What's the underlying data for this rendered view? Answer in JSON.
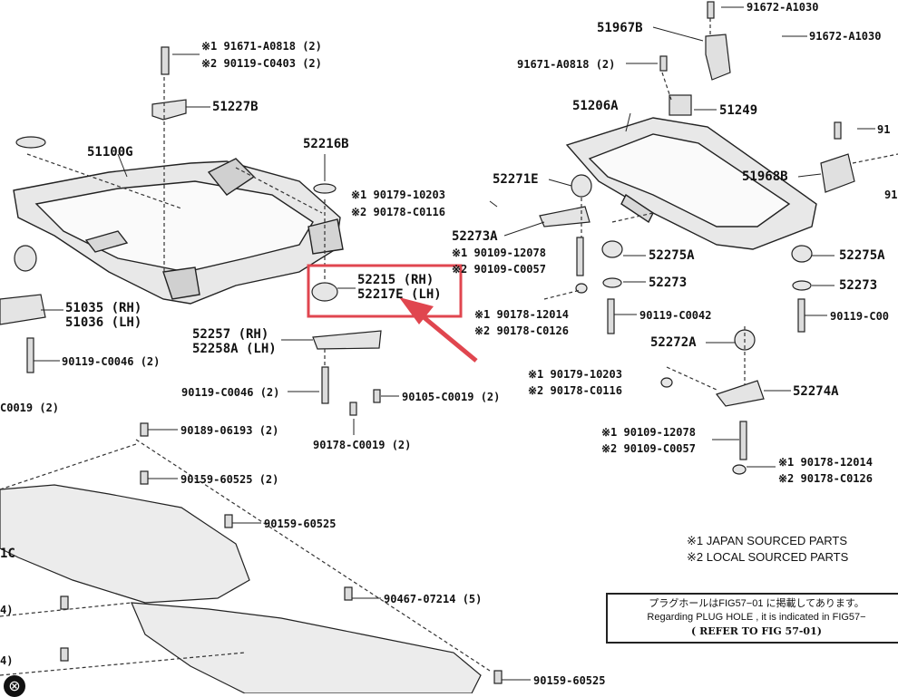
{
  "callouts": {
    "c1": "※1 91671-A0818 (2)",
    "c2": "※2 90119-C0403 (2)",
    "p51227B": "51227B",
    "p51100G": "51100G",
    "p52216B": "52216B",
    "c3": "※1 90179-10203",
    "c4": "※2 90178-C0116",
    "p52215": "52215 (RH)",
    "p52217": "52217E (LH)",
    "p51035": "51035 (RH)",
    "p51036": "51036 (LH)",
    "p52257": "52257 (RH)",
    "p52258": "52258A (LH)",
    "b1": "90119-C0046 (2)",
    "b2": "90119-C0046 (2)",
    "b3": "90105-C0019 (2)",
    "b4": "90178-C0019 (2)",
    "b5": "C0019 (2)",
    "b6": "90189-06193 (2)",
    "b7": "90159-60525 (2)",
    "b8": "90159-60525",
    "b9": "90467-07214 (5)",
    "b10": "90159-60525",
    "p1C": "1C",
    "q4a": "4)",
    "q4b": "4)",
    "p51967B": "51967B",
    "r1": "91672-A1030",
    "r2": "91672-A1030",
    "r3": "91671-A0818 (2)",
    "p51206A": "51206A",
    "p51249": "51249",
    "p51968B": "51968B",
    "r91a": "91",
    "r91b": "91",
    "p52271E": "52271E",
    "p52273A": "52273A",
    "r4": "※1 90109-12078",
    "r5": "※2 90109-C0057",
    "p52275A1": "52275A",
    "p52275A2": "52275A",
    "p52273a": "52273",
    "p52273b": "52273",
    "r6": "※1 90178-12014",
    "r7": "※2 90178-C0126",
    "r8": "90119-C0042",
    "r9": "90119-C00",
    "p52272A": "52272A",
    "r10": "※1 90179-10203",
    "r11": "※2 90178-C0116",
    "p52274A": "52274A",
    "r12": "※1 90109-12078",
    "r13": "※2 90109-C0057",
    "r14": "※1 90178-12014",
    "r15": "※2 90178-C0126"
  },
  "notes": {
    "japan": "※1 JAPAN SOURCED PARTS",
    "local": "※2 LOCAL SOURCED PARTS"
  },
  "notebox": {
    "line1": "プラグホールはFIG57−01 に掲載してあります。",
    "line2": "Regarding PLUG HOLE , it is indicated in FIG57−",
    "line3": "( REFER TO FIG 57-01)"
  },
  "close_label": "⊗",
  "colors": {
    "highlight": "#e0464f",
    "line": "#222222",
    "part_fill": "#e6e6e6"
  }
}
